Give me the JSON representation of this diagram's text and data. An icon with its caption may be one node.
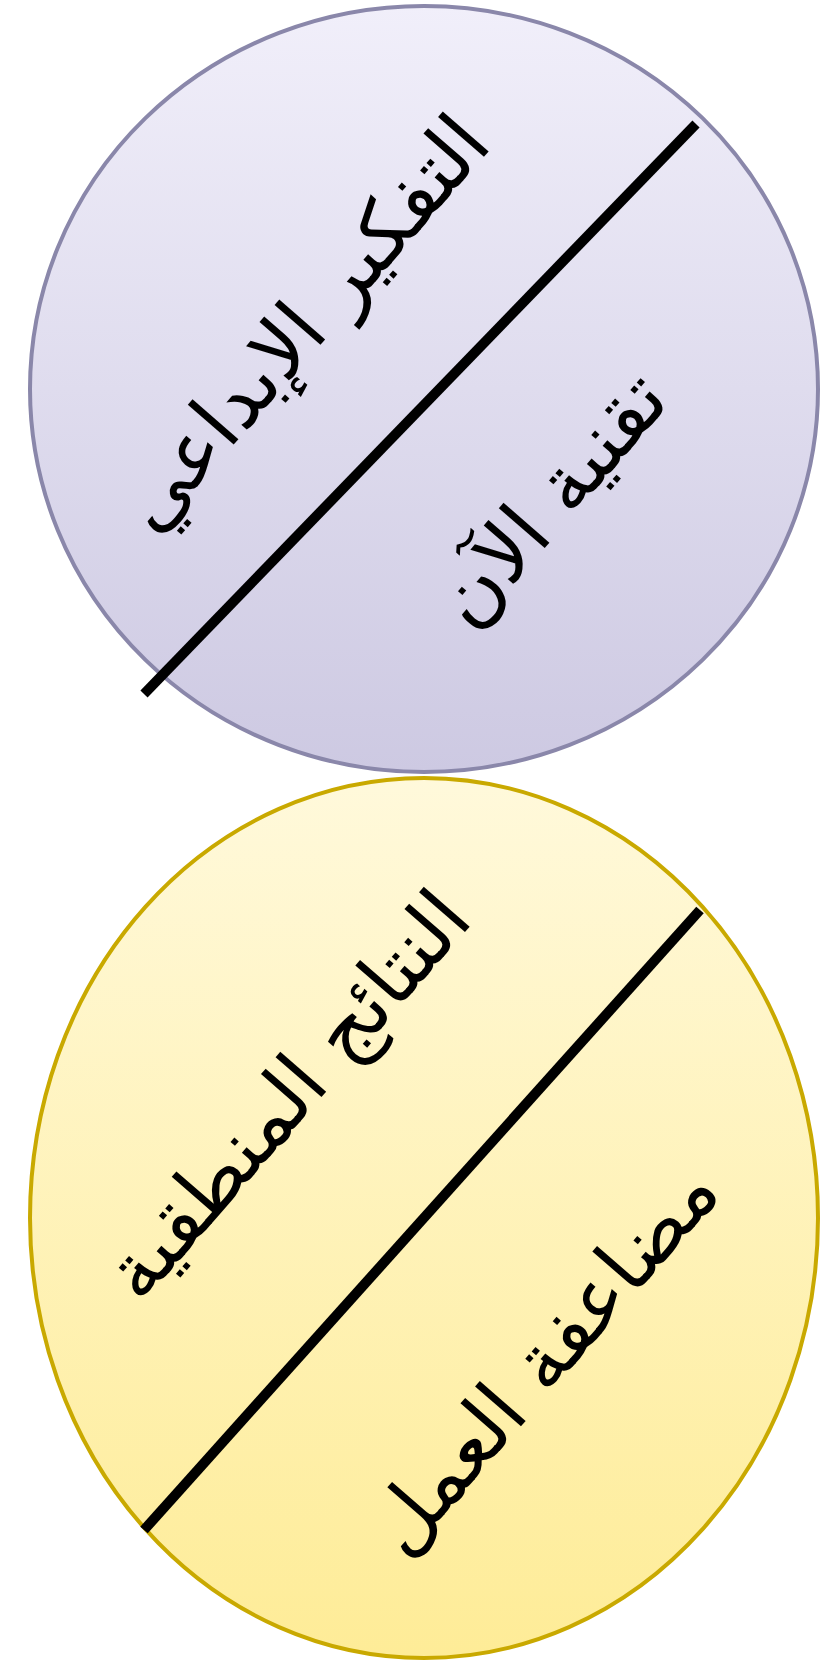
{
  "diagram": {
    "nodes": [
      {
        "text": [
          "التفكير الإبداعي",
          "تقنية الآن"
        ]
      },
      {
        "text": [
          "النتائج المنطقية",
          "مضاعفة العمل"
        ]
      }
    ]
  }
}
